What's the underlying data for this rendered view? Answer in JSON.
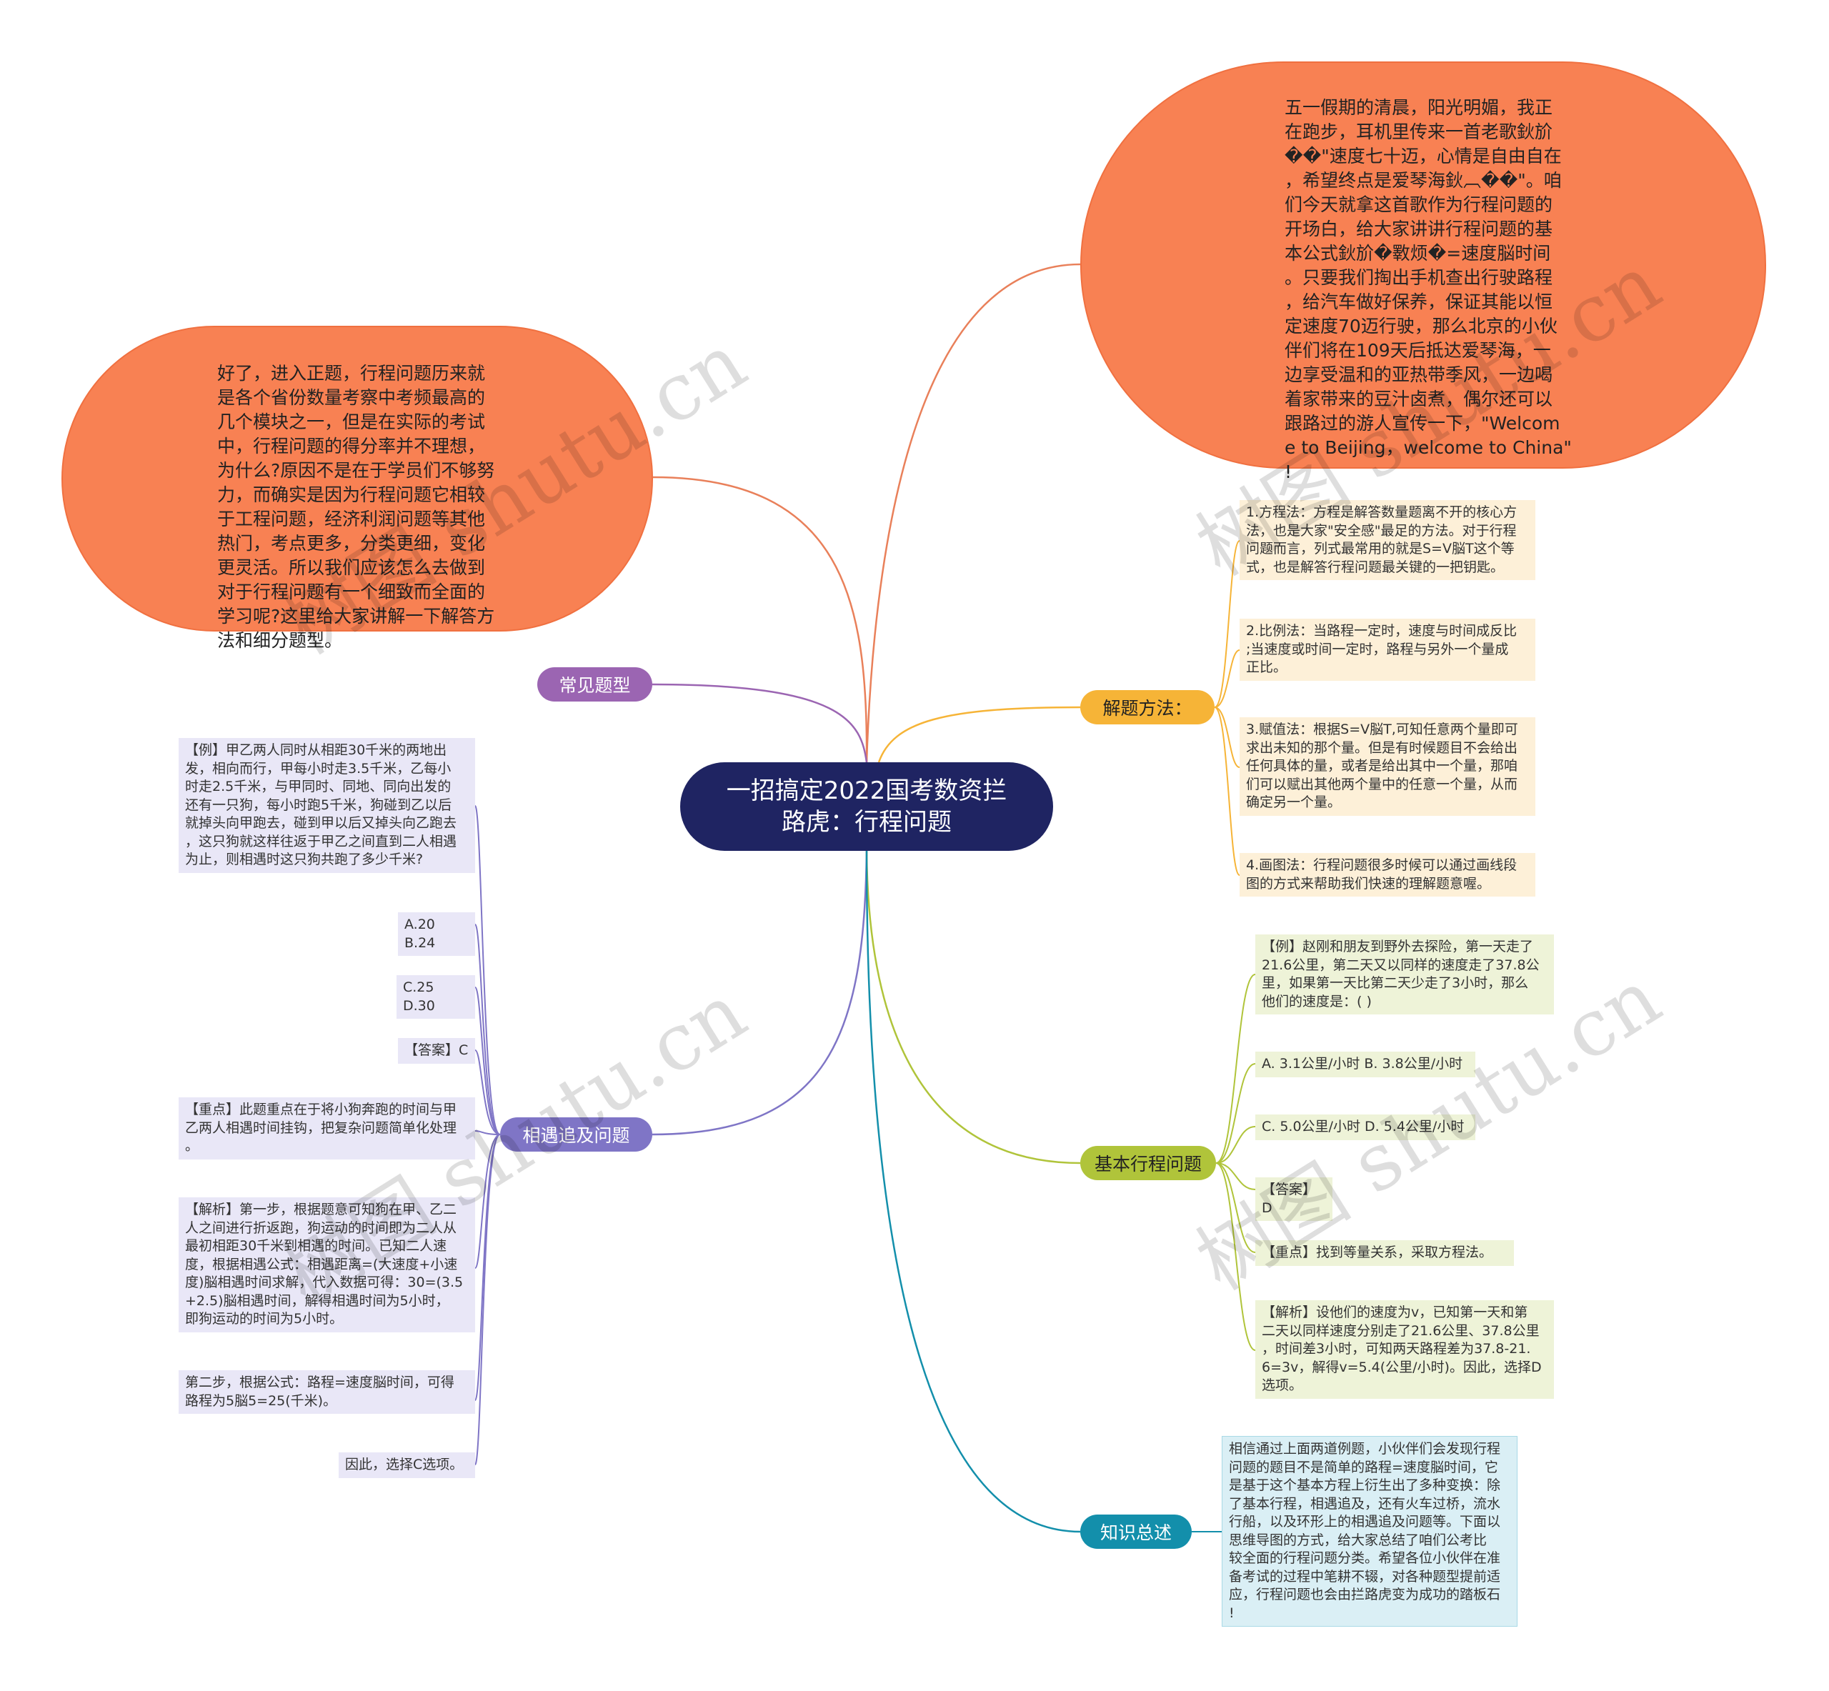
{
  "center": {
    "title": "一招搞定2022国考数资拦\n路虎：行程问题"
  },
  "intro_top": "五一假期的清晨，阳光明媚，我正\n在跑步，耳机里传来一首老歌鈥斺\n��\"速度七十迈，心情是自由自在\n，希望终点是爱琴海鈥︹��\"。咱\n们今天就拿这首歌作为行程问题的\n开场白，给大家讲讲行程问题的基\n本公式鈥斺�斁烦�=速度脳时间\n。只要我们掏出手机查出行驶路程\n，给汽车做好保养，保证其能以恒\n定速度70迈行驶，那么北京的小伙\n伴们将在109天后抵达爱琴海，一\n边享受温和的亚热带季风，一边喝\n着家带来的豆汁卤煮，偶尔还可以\n跟路过的游人宣传一下，\"Welcom\ne to Beijing，welcome to China\"\n!",
  "intro_left": "好了，进入正题，行程问题历来就\n是各个省份数量考察中考频最高的\n几个模块之一，但是在实际的考试\n中，行程问题的得分率并不理想，\n为什么?原因不是在于学员们不够努\n力，而确实是因为行程问题它相较\n于工程问题，经济利润问题等其他\n热门，考点更多，分类更细，变化\n更灵活。所以我们应该怎么去做到\n对于行程问题有一个细致而全面的\n学习呢?这里给大家讲解一下解答方\n法和细分题型。",
  "branches": {
    "common": "常见题型",
    "meeting": "相遇追及问题",
    "methods": "解题方法：",
    "basic": "基本行程问题",
    "summary": "知识总述"
  },
  "meeting_items": [
    "【例】甲乙两人同时从相距30千米的两地出\n发，相向而行，甲每小时走3.5千米，乙每小\n时走2.5千米，与甲同时、同地、同向出发的\n还有一只狗，每小时跑5千米，狗碰到乙以后\n就掉头向甲跑去，碰到甲以后又掉头向乙跑去\n，这只狗就这样往返于甲乙之间直到二人相遇\n为止，则相遇时这只狗共跑了多少千米?",
    "A.20 B.24",
    "C.25 D.30",
    "【答案】C",
    "【重点】此题重点在于将小狗奔跑的时间与甲\n乙两人相遇时间挂钩，把复杂问题简单化处理\n。",
    "【解析】第一步，根据题意可知狗在甲、乙二\n人之间进行折返跑，狗运动的时间即为二人从\n最初相距30千米到相遇的时间。已知二人速\n度，根据相遇公式：相遇距离=(大速度+小速\n度)脳相遇时间求解，代入数据可得：30=(3.5\n+2.5)脳相遇时间，解得相遇时间为5小时，\n即狗运动的时间为5小时。",
    "第二步，根据公式：路程=速度脳时间，可得\n路程为5脳5=25(千米)。",
    "因此，选择C选项。"
  ],
  "method_items": [
    "1.方程法：方程是解答数量题离不开的核心方\n法，也是大家\"安全感\"最足的方法。对于行程\n问题而言，列式最常用的就是S=V脳T这个等\n式，也是解答行程问题最关键的一把钥匙。",
    "2.比例法：当路程一定时，速度与时间成反比\n;当速度或时间一定时，路程与另外一个量成\n正比。",
    "3.赋值法：根据S=V脳T,可知任意两个量即可\n求出未知的那个量。但是有时候题目不会给出\n任何具体的量，或者是给出其中一个量，那咱\n们可以赋出其他两个量中的任意一个量，从而\n确定另一个量。",
    "4.画图法：行程问题很多时候可以通过画线段\n图的方式来帮助我们快速的理解题意喔。"
  ],
  "basic_items": [
    "【例】赵刚和朋友到野外去探险，第一天走了\n21.6公里，第二天又以同样的速度走了37.8公\n里，如果第一天比第二天少走了3小时，那么\n他们的速度是：( )",
    "A. 3.1公里/小时 B. 3.8公里/小时",
    "C. 5.0公里/小时 D. 5.4公里/小时",
    "【答案】D",
    "【重点】找到等量关系，采取方程法。",
    "【解析】设他们的速度为v，已知第一天和第\n二天以同样速度分别走了21.6公里、37.8公里\n，时间差3小时，可知两天路程差为37.8-21.\n6=3v，解得v=5.4(公里/小时)。因此，选择D\n选项。"
  ],
  "summary_text": "相信通过上面两道例题，小伙伴们会发现行程\n问题的题目不是简单的路程=速度脳时间，它\n是基于这个基本方程上衍生出了多种变换：除\n了基本行程，相遇追及，还有火车过桥，流水\n行船，以及环形上的相遇追及问题等。下面以\n思维导图的方式，给大家总结了咱们公考比\n较全面的行程问题分类。希望各位小伙伴在准\n备考试的过程中笔耕不辍，对各种题型提前适\n应，行程问题也会由拦路虎变为成功的踏板石\n!",
  "watermark": "树图 shutu.cn",
  "colors": {
    "center": "#1f2462",
    "intro": "#f88153",
    "purple": "#9b65b2",
    "violet": "#7f75c6",
    "orange": "#f6b437",
    "lime": "#b0c43a",
    "teal": "#138fab"
  }
}
